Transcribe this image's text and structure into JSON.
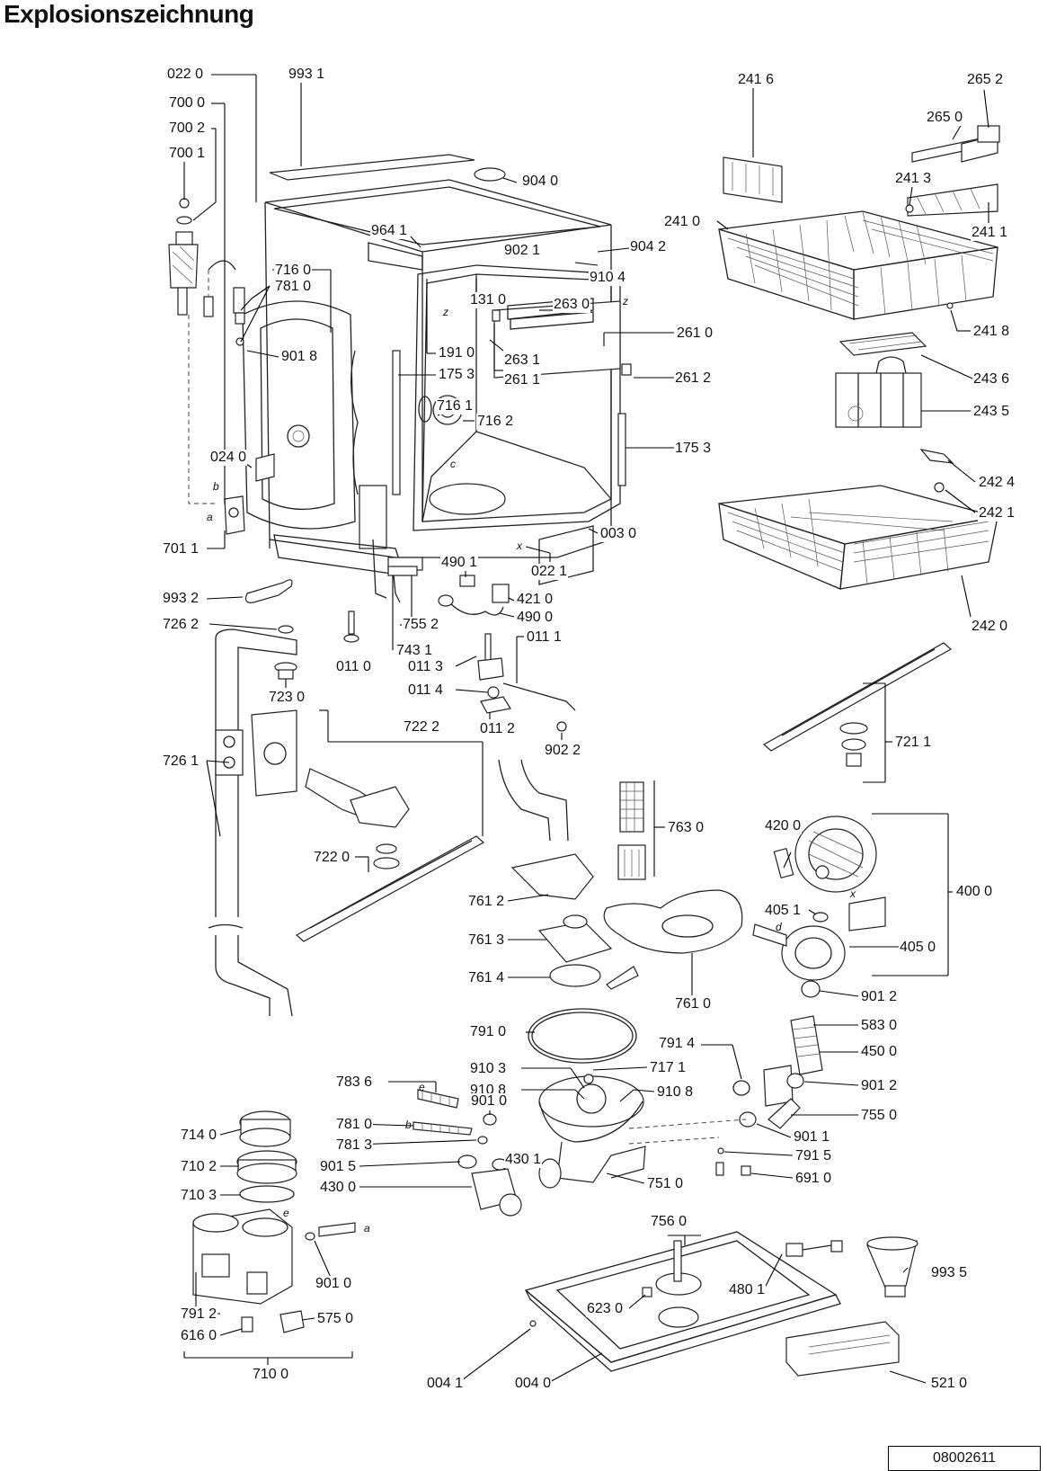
{
  "title": "Explosionszeichnung",
  "document_number": "08002611",
  "part_labels": [
    "022 0",
    "993 1",
    "700 0",
    "700 2",
    "700 1",
    "904 0",
    "964 1",
    "902 1",
    "904 2",
    "910 4",
    "716 0",
    "781 0",
    "131 0",
    "263 0",
    "261 0",
    "901 8",
    "191 0",
    "175 3",
    "263 1",
    "261 1",
    "261 2",
    "716 1",
    "716 2",
    "175 3",
    "024 0",
    "003 0",
    "022 1",
    "701 1",
    "490 1",
    "421 0",
    "490 0",
    "993 2",
    "726 2",
    "755 2",
    "743 1",
    "011 1",
    "011 0",
    "011 3",
    "011 4",
    "723 0",
    "011 2",
    "902 2",
    "722 2",
    "726 1",
    "722 0",
    "763 0",
    "761 2",
    "761 3",
    "761 4",
    "761 0",
    "420 0",
    "405 1",
    "405 0",
    "400 0",
    "901 2",
    "791 0",
    "791 4",
    "583 0",
    "450 0",
    "910 3",
    "717 1",
    "910 8",
    "910 8",
    "901 2",
    "783 6",
    "901 0",
    "755 0",
    "781 0",
    "901 1",
    "714 0",
    "781 3",
    "791 5",
    "710 2",
    "901 5",
    "430 1",
    "691 0",
    "430 0",
    "751 0",
    "710 3",
    "756 0",
    "901 0",
    "480 1",
    "993 5",
    "791 2",
    "623 0",
    "616 0",
    "575 0",
    "004 1",
    "004 0",
    "521 0",
    "710 0",
    "241 6",
    "265 2",
    "265 0",
    "241 3",
    "241 0",
    "241 1",
    "241 8",
    "243 6",
    "243 5",
    "242 4",
    "242 1",
    "242 0",
    "721 1"
  ],
  "letter_marks": [
    "b",
    "a",
    "z",
    "z",
    "c",
    "x",
    "x",
    "d",
    "e",
    "b",
    "e",
    "a"
  ],
  "icons": [
    "upper-basket",
    "lower-basket",
    "cutlery-basket",
    "spray-arm",
    "sump",
    "pump",
    "heater",
    "dispenser",
    "base-plate",
    "tub-frame"
  ]
}
